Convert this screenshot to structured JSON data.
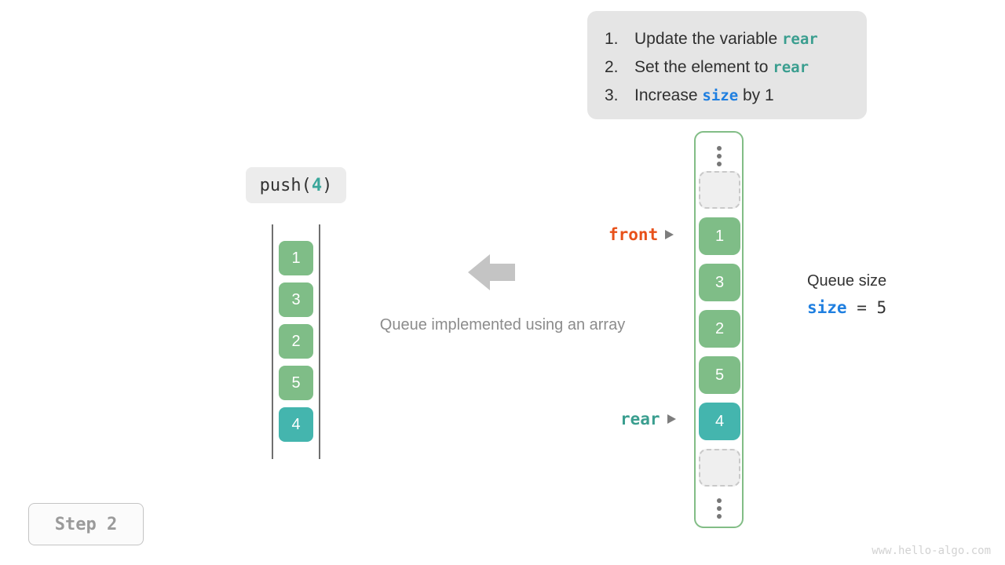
{
  "instructions": {
    "items": [
      {
        "num": "1.",
        "pre": "Update the variable ",
        "code": "rear",
        "code_color": "teal",
        "post": ""
      },
      {
        "num": "2.",
        "pre": "Set the element to ",
        "code": "rear",
        "code_color": "teal",
        "post": ""
      },
      {
        "num": "3.",
        "pre": "Increase ",
        "code": "size",
        "code_color": "blue",
        "post": " by 1"
      }
    ]
  },
  "operation": {
    "label_prefix": "push(",
    "label_value": "4",
    "label_suffix": ")"
  },
  "left_array": {
    "cells": [
      {
        "value": "1",
        "color": "green"
      },
      {
        "value": "3",
        "color": "green"
      },
      {
        "value": "2",
        "color": "green"
      },
      {
        "value": "5",
        "color": "green"
      },
      {
        "value": "4",
        "color": "teal"
      }
    ]
  },
  "caption": "Queue implemented using an array",
  "queue": {
    "dots_top": "vertical-ellipsis",
    "dots_bottom": "vertical-ellipsis",
    "slots": [
      {
        "value": "",
        "state": "empty"
      },
      {
        "value": "1",
        "state": "filled",
        "color": "green"
      },
      {
        "value": "3",
        "state": "filled",
        "color": "green"
      },
      {
        "value": "2",
        "state": "filled",
        "color": "green"
      },
      {
        "value": "5",
        "state": "filled",
        "color": "green"
      },
      {
        "value": "4",
        "state": "filled",
        "color": "teal"
      },
      {
        "value": "",
        "state": "empty"
      }
    ]
  },
  "pointers": {
    "front": "front",
    "rear": "rear"
  },
  "queue_size": {
    "title": "Queue size",
    "var_name": "size",
    "equals": " = ",
    "value": "5"
  },
  "step": {
    "label": "Step 2"
  },
  "watermark": "www.hello-algo.com",
  "colors": {
    "green": "#7fbd87",
    "teal": "#44b5ae",
    "front_orange": "#e8511a",
    "rear_teal": "#3a9e8f",
    "size_blue": "#1f7fe0",
    "card_bg": "#e5e5e5",
    "container_border": "#82bd86",
    "caption_gray": "#8c8c8c",
    "arrow_gray": "#c4c4c4"
  }
}
